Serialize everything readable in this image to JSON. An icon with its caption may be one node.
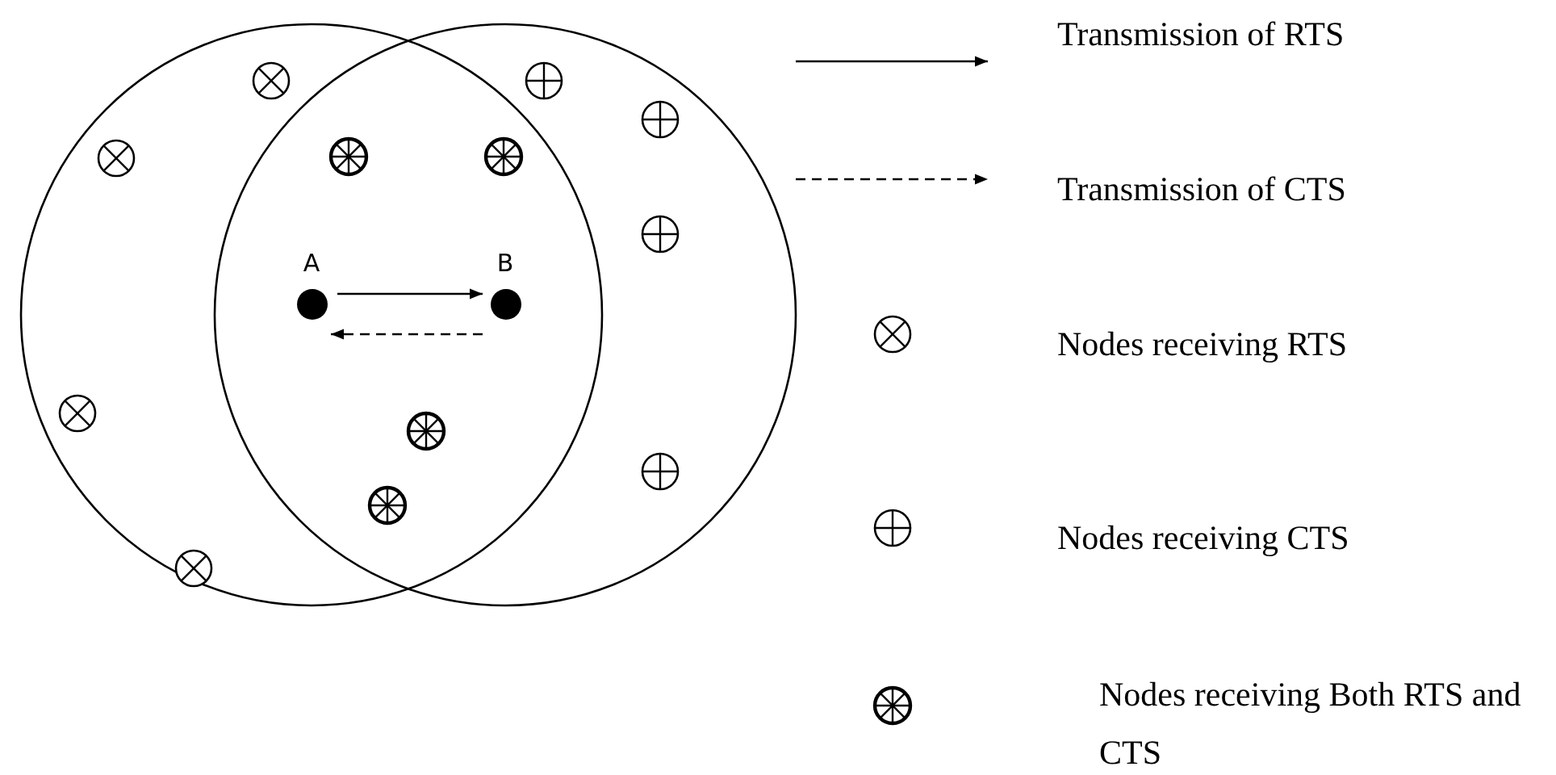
{
  "diagram": {
    "nodes": [
      {
        "text": [
          "A"
        ]
      },
      {
        "text": [
          "B"
        ]
      }
    ],
    "edges": [
      {
        "from": 0,
        "to": 1,
        "arrow": "to"
      },
      {
        "from": 1,
        "to": 0,
        "arrow": "to",
        "style": "dashed"
      }
    ],
    "legend": [
      {
        "text": "Transmission of RTS"
      },
      {
        "text": "Transmission of CTS"
      },
      {
        "text": "Nodes receiving RTS"
      },
      {
        "text": "Nodes receiving CTS"
      },
      {
        "text": "Nodes receiving Both RTS and CTS"
      }
    ]
  }
}
